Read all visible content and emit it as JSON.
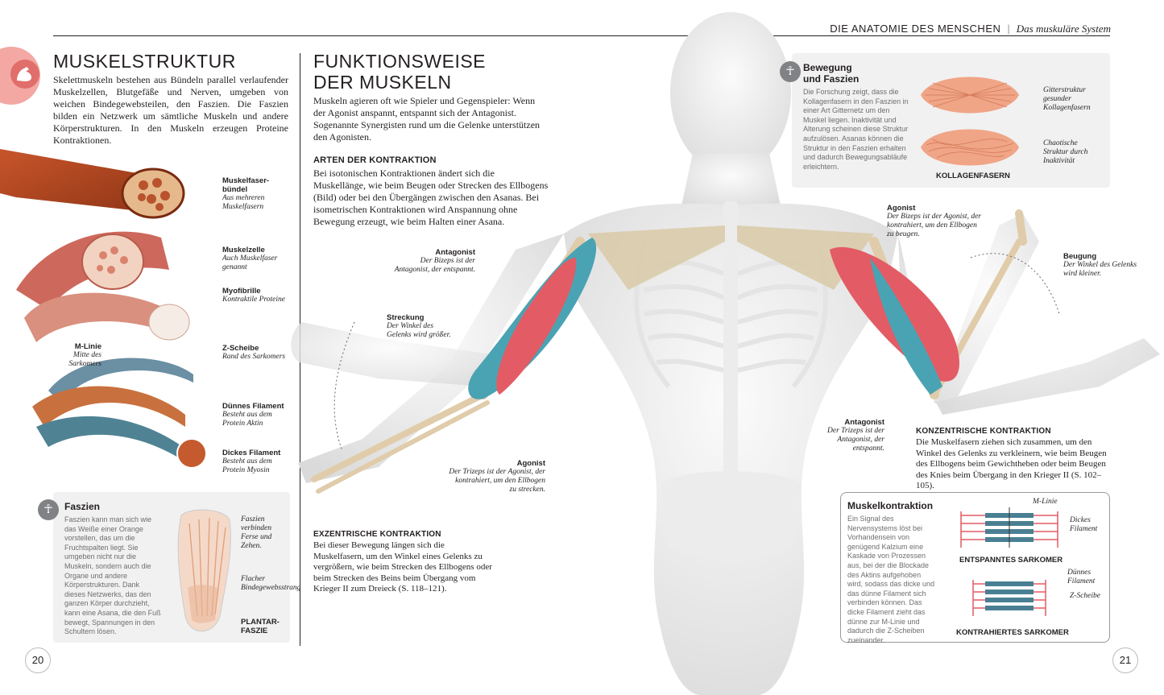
{
  "header": {
    "title": "DIE ANATOMIE DES MENSCHEN",
    "separator": "|",
    "subtitle": "Das muskuläre System"
  },
  "muskelstruktur": {
    "title": "MUSKELSTRUKTUR",
    "body": "Skelettmuskeln bestehen aus Bündeln parallel verlaufender Muskelzellen, Blutgefäße und Nerven, umgeben von weichen Bindegewebsteilen, den Faszien. Die Faszien bilden ein Netzwerk um sämtliche Muskeln und andere Körperstrukturen. In den Muskeln erzeugen Proteine Kontraktionen.",
    "labels": [
      {
        "title": "Muskelfaser-bündel",
        "desc": "Aus mehreren Muskelfasern"
      },
      {
        "title": "Muskelzelle",
        "desc": "Auch Muskelfaser genannt"
      },
      {
        "title": "Myofibrille",
        "desc": "Kontraktile Proteine"
      },
      {
        "title": "Z-Scheibe",
        "desc": "Rand des Sarkomers"
      },
      {
        "title": "Dünnes Filament",
        "desc": "Besteht aus dem Protein Aktin"
      },
      {
        "title": "Dickes Filament",
        "desc": "Besteht aus dem Protein Myosin"
      }
    ],
    "mlinie": {
      "title": "M-Linie",
      "desc": "Mitte des Sarkomers"
    }
  },
  "faszien": {
    "title": "Faszien",
    "body": "Faszien kann man sich wie das Weiße einer Orange vorstellen, das um die Fruchtspalten liegt. Sie umgeben nicht nur die Muskeln, sondern auch die Organe und andere Körperstrukturen. Dank dieses Netzwerks, das den ganzen Körper durchzieht, kann eine Asana, die den Fuß bewegt, Spannungen in den Schultern lösen.",
    "label1": "Faszien verbinden Ferse und Zehen.",
    "label2": "Flacher Bindegewebsstrang",
    "caption": "PLANTAR-FASZIE"
  },
  "funktion": {
    "title": "FUNKTIONSWEISE DER MUSKELN",
    "body": "Muskeln agieren oft wie Spieler und Gegenspieler: Wenn der Agonist anspannt, entspannt sich der Antagonist. Sogenannte Synergisten rund um die Gelenke unterstützen den Agonisten.",
    "arten_title": "ARTEN DER KONTRAKTION",
    "arten_body": "Bei isotonischen Kontraktionen ändert sich die Muskellänge, wie beim Beugen oder Strecken des Ellbogens (Bild) oder bei den Übergängen zwischen den Asanas. Bei isometrischen Kontraktionen wird Anspannung ohne Bewegung erzeugt, wie beim Halten einer Asana.",
    "exz_title": "EXZENTRISCHE KONTRAKTION",
    "exz_body": "Bei dieser Bewegung längen sich die Muskelfasern, um den Winkel eines Gelenks zu vergrößern, wie beim Strecken des Ellbogens oder beim Strecken des Beins beim Übergang vom Krieger II zum Dreieck (S. 118–121)."
  },
  "arm_left": {
    "antagonist": {
      "title": "Antagonist",
      "desc": "Der Bizeps ist der Antagonist, der entspannt."
    },
    "streckung": {
      "title": "Streckung",
      "desc": "Der Winkel des Gelenks wird größer."
    },
    "agonist": {
      "title": "Agonist",
      "desc": "Der Trizeps ist der Agonist, der kontrahiert, um den Ellbogen zu strecken."
    }
  },
  "arm_right": {
    "agonist": {
      "title": "Agonist",
      "desc": "Der Bizeps ist der Agonist, der kontrahiert, um den Ellbogen zu beugen."
    },
    "beugung": {
      "title": "Beugung",
      "desc": "Der Winkel des Gelenks wird kleiner."
    },
    "antagonist": {
      "title": "Antagonist",
      "desc": "Der Trizeps ist der Antagonist, der entspannt."
    }
  },
  "bewegung": {
    "title": "Bewegung und Faszien",
    "body": "Die Forschung zeigt, dass die Kollagenfasern in den Faszien in einer Art Gitternetz um den Muskel liegen. Inaktivität und Alterung scheinen diese Struktur aufzulösen. Asanas können die Struktur in den Faszien erhalten und dadurch Bewegungsabläufe erleichtern.",
    "label1": "Gitterstruktur gesunder Kollagenfasern",
    "label2": "Chaotische Struktur durch Inaktivität",
    "caption": "KOLLAGENFASERN"
  },
  "konz": {
    "title": "KONZENTRISCHE KONTRAKTION",
    "body": "Die Muskelfasern ziehen sich zusammen, um den Winkel des Gelenks zu verkleinern, wie beim Beugen des Ellbogens beim Gewichtheben oder beim Beugen des Knies beim Übergang in den Krieger II (S. 102–105)."
  },
  "muskelkontraktion": {
    "title": "Muskelkontraktion",
    "body": "Ein Signal des Nervensystems löst bei Vorhandensein von genügend Kalzium eine Kaskade von Prozessen aus, bei der die Blockade des Aktins aufgehoben wird, sodass das dicke und das dünne Filament sich verbinden können. Das dicke Filament zieht das dünne zur M-Linie und dadurch die Z-Scheiben zueinander.",
    "mlinie": "M-Linie",
    "dickes": "Dickes Filament",
    "entspannt": "ENTSPANNTES SARKOMER",
    "duennes": "Dünnes Filament",
    "zscheibe": "Z-Scheibe",
    "kontrahiert": "KONTRAHIERTES SARKOMER"
  },
  "pages": {
    "left": "20",
    "right": "21"
  }
}
